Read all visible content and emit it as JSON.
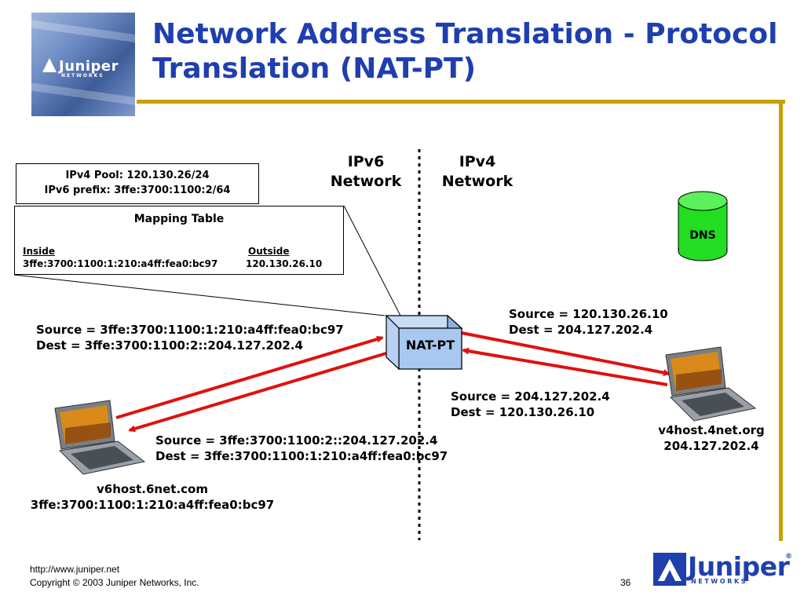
{
  "slide": {
    "title": "Network Address Translation - Protocol Translation (NAT-PT)",
    "page_number": "36"
  },
  "config_box": {
    "pool_line": "IPv4 Pool: 120.130.26/24",
    "prefix_line": "IPv6 prefix: 3ffe:3700:1100:2/64"
  },
  "mapping_table": {
    "title": "Mapping Table",
    "inside_header": "Inside",
    "outside_header": "Outside",
    "inside_value": "3ffe:3700:1100:1:210:a4ff:fea0:bc97",
    "outside_value": "120.130.26.10"
  },
  "networks": {
    "ipv6": [
      "IPv6",
      "Network"
    ],
    "ipv4": [
      "IPv4",
      "Network"
    ]
  },
  "router": {
    "label": "NAT-PT"
  },
  "dns": {
    "label": "DNS"
  },
  "flows": {
    "v6_out": {
      "source": "Source = 3ffe:3700:1100:1:210:a4ff:fea0:bc97",
      "dest": "Dest = 3ffe:3700:1100:2::204.127.202.4"
    },
    "v4_out": {
      "source": "Source = 120.130.26.10",
      "dest": "Dest = 204.127.202.4"
    },
    "v4_back": {
      "source": "Source = 204.127.202.4",
      "dest": "Dest = 120.130.26.10"
    },
    "v6_back": {
      "source": "Source = 3ffe:3700:1100:2::204.127.202.4",
      "dest": "Dest = 3ffe:3700:1100:1:210:a4ff:fea0:bc97"
    }
  },
  "hosts": {
    "v6": {
      "name": "v6host.6net.com",
      "address": "3ffe:3700:1100:1:210:a4ff:fea0:bc97"
    },
    "v4": {
      "name": "v4host.4net.org",
      "address": "204.127.202.4"
    }
  },
  "footer": {
    "url": "http://www.juniper.net",
    "copyright": "Copyright © 2003 Juniper Networks, Inc."
  },
  "branding": {
    "logo_word": "Juniper",
    "logo_sub": "NETWORKS",
    "logo_reg": "®"
  },
  "colors": {
    "title": "#1f3fae",
    "accent_rule": "#c8a000",
    "flow_arrow": "#e01010",
    "dns": "#22dd22",
    "router": "#a8c8f0"
  }
}
